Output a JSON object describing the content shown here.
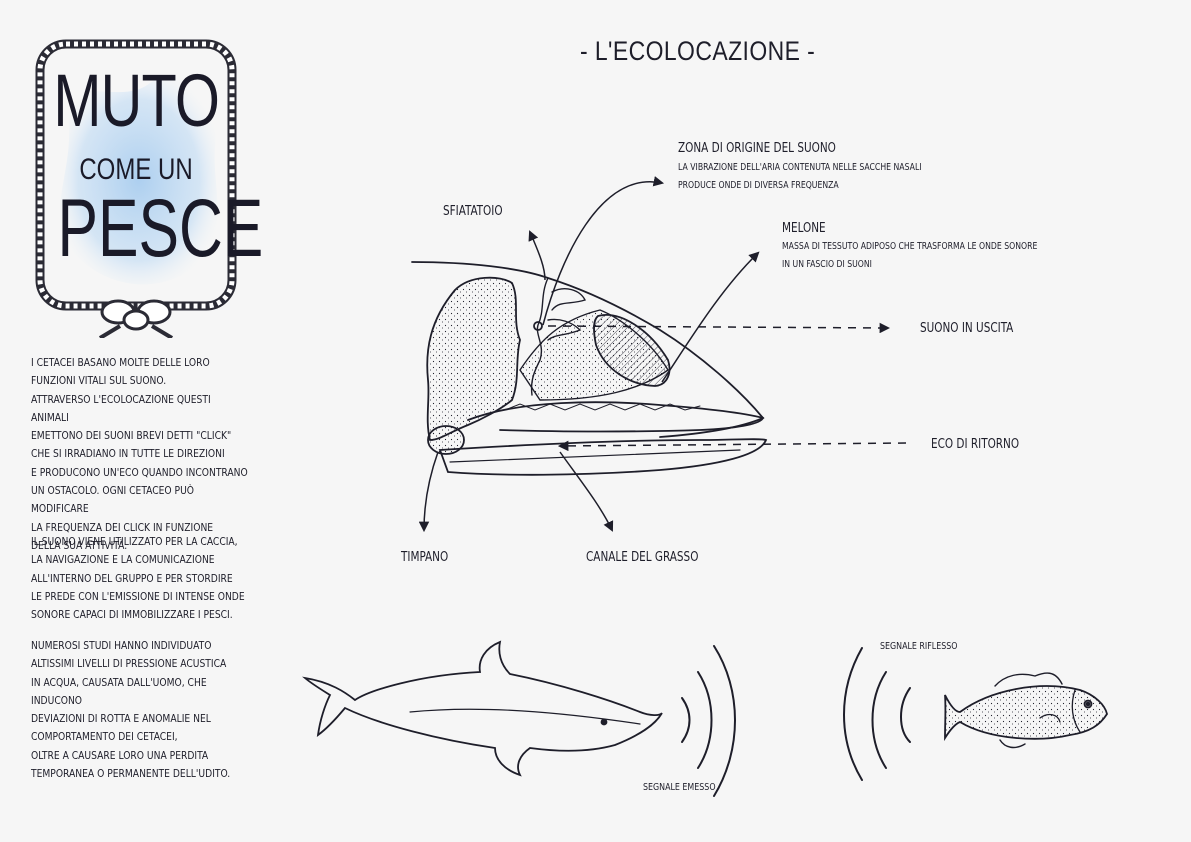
{
  "logo": {
    "line1": "MUTO",
    "line2": "COME UN",
    "line3": "PESCE",
    "watercolor": "#bcd8f0"
  },
  "intro": {
    "p1": "I cetacei basano molte delle loro\nfunzioni vitali sul suono.\nAttraverso l'ecolocazione questi animali\nemettono dei suoni brevi detti \"click\"\nche si irradiano in tutte le direzioni\ne producono un'eco quando incontrano\nun ostacolo. Ogni cetaceo può modificare\nla frequenza dei click in funzione\ndella sua attività.",
    "p2": "Il suono viene utilizzato per la caccia,\nla navigazione e la comunicazione\nall'interno del gruppo e per stordire\nle prede con l'emissione di intense onde\nsonore capaci di immobilizzare i pesci.",
    "p3": "Numerosi studi hanno individuato\naltissimi livelli di pressione acustica\nin acqua, causata dall'uomo, che inducono\ndeviazioni di rotta e anomalie nel\ncomportamento dei cetacei,\noltre a causare loro una perdita\ntemporanea o permanente dell'udito."
  },
  "title": "- L'ECOLOCAZIONE -",
  "labels": {
    "zona_title": "ZONA DI ORIGINE DEL SUONO",
    "zona_desc1": "La vibrazione dell'aria contenuta nelle sacche nasali",
    "zona_desc2": "produce onde di diversa frequenza",
    "melone_title": "MELONE",
    "melone_desc1": "Massa di tessuto adiposo che trasforma le onde sonore",
    "melone_desc2": "in un fascio di suoni",
    "sfiatatoio": "SFIATATOIO",
    "suono_uscita": "SUONO IN USCITA",
    "eco_ritorno": "ECO DI RITORNO",
    "timpano": "TIMPANO",
    "canale": "CANALE DEL GRASSO",
    "segnale_riflesso": "SEGNALE RIFLESSO",
    "segnale_emesso": "SEGNALE EMESSO"
  },
  "colors": {
    "ink": "#1e1e2a",
    "background": "#f6f6f6"
  }
}
